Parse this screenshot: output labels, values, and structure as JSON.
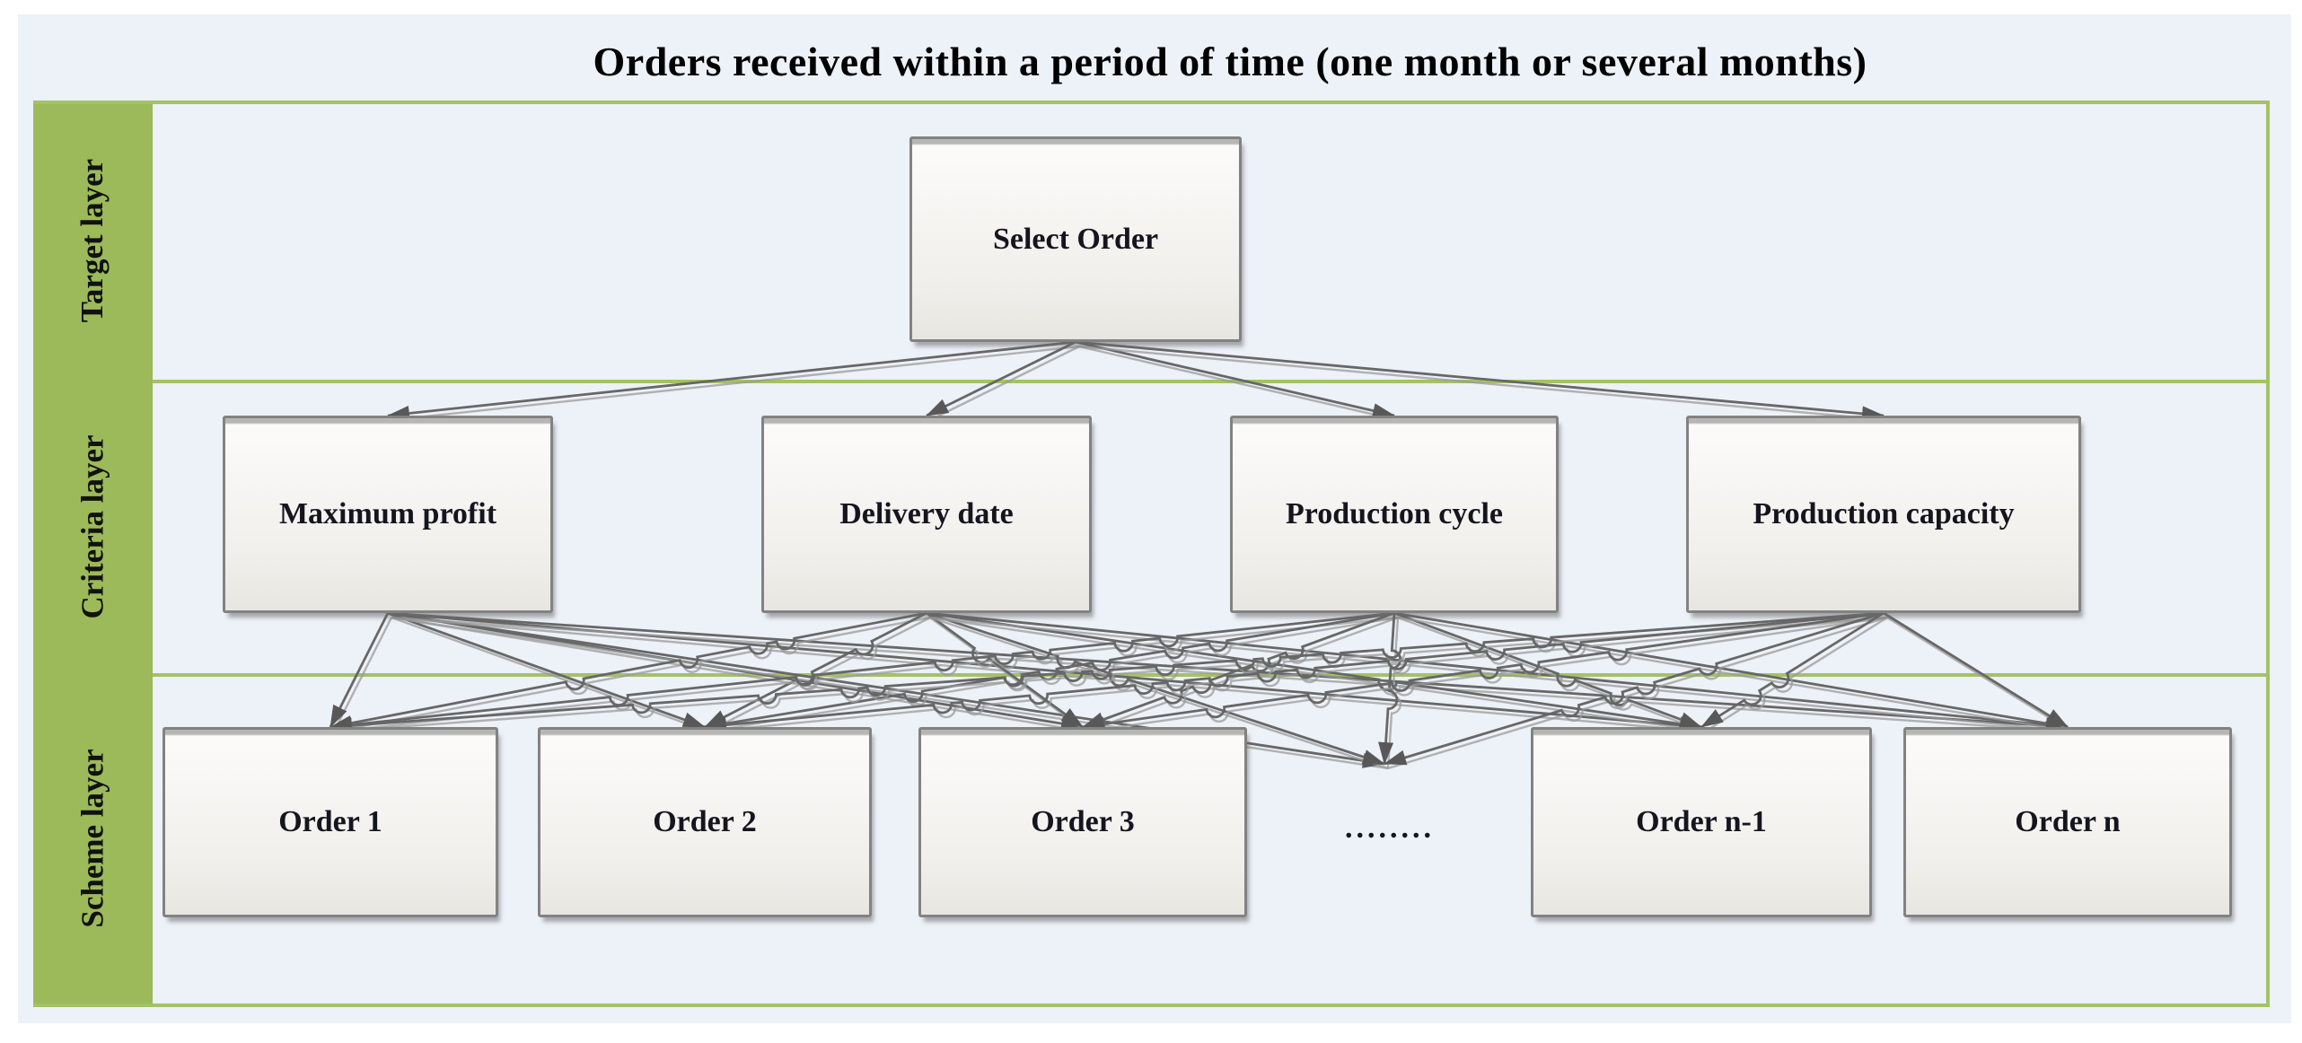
{
  "title": "Orders received within a period of time (one month or several months)",
  "layers": [
    {
      "id": "target",
      "label": "Target layer"
    },
    {
      "id": "criteria",
      "label": "Criteria layer"
    },
    {
      "id": "scheme",
      "label": "Scheme layer"
    }
  ],
  "nodes": {
    "target": {
      "id": "select-order",
      "label": "Select Order"
    },
    "criteria": [
      {
        "id": "maximum-profit",
        "label": "Maximum profit"
      },
      {
        "id": "delivery-date",
        "label": "Delivery date"
      },
      {
        "id": "production-cycle",
        "label": "Production cycle"
      },
      {
        "id": "production-capacity",
        "label": "Production capacity"
      }
    ],
    "scheme": [
      {
        "id": "order-1",
        "label": "Order 1"
      },
      {
        "id": "order-2",
        "label": "Order 2"
      },
      {
        "id": "order-3",
        "label": "Order 3"
      },
      {
        "id": "ellipsis",
        "label": "........"
      },
      {
        "id": "order-n-1",
        "label": "Order n-1"
      },
      {
        "id": "order-n",
        "label": "Order n"
      }
    ]
  },
  "edges": {
    "target_to_criteria": [
      [
        "select-order",
        "maximum-profit"
      ],
      [
        "select-order",
        "delivery-date"
      ],
      [
        "select-order",
        "production-cycle"
      ],
      [
        "select-order",
        "production-capacity"
      ]
    ],
    "criteria_to_scheme": [
      [
        "maximum-profit",
        "order-1"
      ],
      [
        "maximum-profit",
        "order-2"
      ],
      [
        "maximum-profit",
        "order-3"
      ],
      [
        "maximum-profit",
        "ellipsis"
      ],
      [
        "maximum-profit",
        "order-n-1"
      ],
      [
        "maximum-profit",
        "order-n"
      ],
      [
        "delivery-date",
        "order-1"
      ],
      [
        "delivery-date",
        "order-2"
      ],
      [
        "delivery-date",
        "order-3"
      ],
      [
        "delivery-date",
        "ellipsis"
      ],
      [
        "delivery-date",
        "order-n-1"
      ],
      [
        "delivery-date",
        "order-n"
      ],
      [
        "production-cycle",
        "order-1"
      ],
      [
        "production-cycle",
        "order-2"
      ],
      [
        "production-cycle",
        "order-3"
      ],
      [
        "production-cycle",
        "ellipsis"
      ],
      [
        "production-cycle",
        "order-n-1"
      ],
      [
        "production-cycle",
        "order-n"
      ],
      [
        "production-capacity",
        "order-1"
      ],
      [
        "production-capacity",
        "order-2"
      ],
      [
        "production-capacity",
        "order-3"
      ],
      [
        "production-capacity",
        "ellipsis"
      ],
      [
        "production-capacity",
        "order-n-1"
      ],
      [
        "production-capacity",
        "order-n"
      ]
    ]
  },
  "colors": {
    "background": "#ffffff",
    "panel": "#edf1f8",
    "band": "#9cba59",
    "frame_line": "#a4c266",
    "box_border": "#828282",
    "box_fill_top": "#fcfbfa",
    "box_fill_bottom": "#e8e6e1",
    "connector": "#676767",
    "connector_shadow": "#9a9a9a",
    "arrow": "#585858",
    "text": "#15151f",
    "title_text": "#000000"
  }
}
